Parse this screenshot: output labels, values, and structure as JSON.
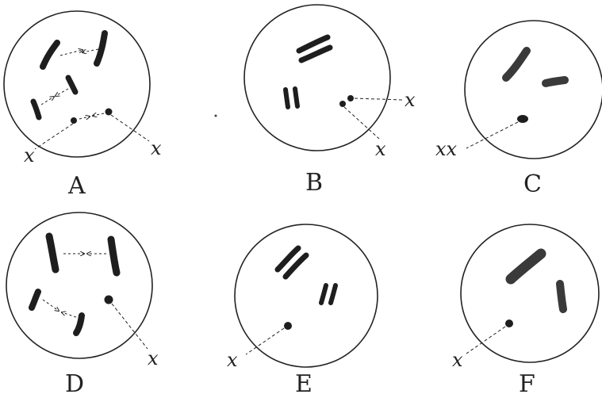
{
  "colors": {
    "ink": "#222222",
    "chromosome": "#1e1e1e",
    "chromosome_stippled": "#3a3a3a",
    "background": "#ffffff"
  },
  "panels": [
    {
      "label": "A",
      "x_labels": [
        "x",
        "x"
      ]
    },
    {
      "label": "B",
      "x_labels": [
        "x",
        "x"
      ]
    },
    {
      "label": "C",
      "x_labels": [
        "xx"
      ]
    },
    {
      "label": "D",
      "x_labels": [
        "x"
      ]
    },
    {
      "label": "E",
      "x_labels": [
        "x"
      ]
    },
    {
      "label": "F",
      "x_labels": [
        "x"
      ]
    }
  ]
}
